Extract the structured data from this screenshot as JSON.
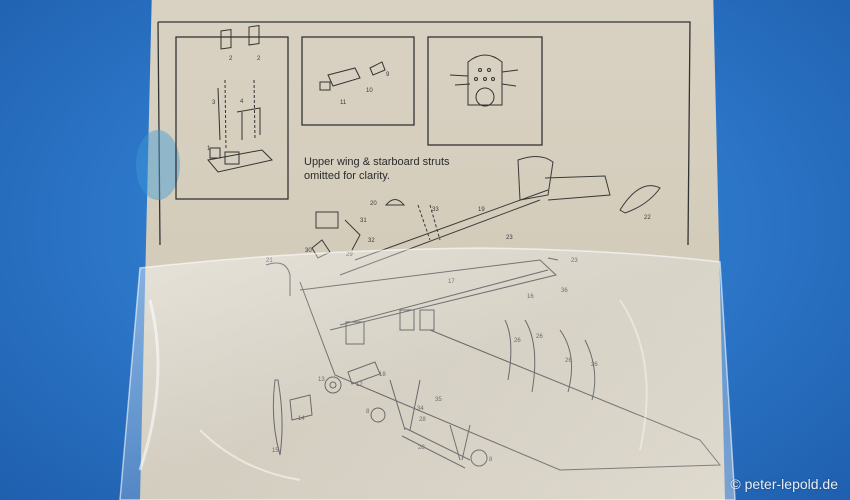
{
  "instructions": {
    "caption_line1": "Upper wing & starboard struts",
    "caption_line2": "omitted for clarity."
  },
  "watermark": "© peter-lepold.de",
  "part_numbers": [
    "2",
    "2",
    "3",
    "4",
    "1",
    "9",
    "10",
    "11",
    "22",
    "20",
    "33",
    "19",
    "23",
    "23",
    "31",
    "32",
    "30",
    "29",
    "21",
    "17",
    "36",
    "16",
    "26",
    "26",
    "26",
    "26",
    "18",
    "13",
    "12",
    "35",
    "34",
    "14",
    "8",
    "28",
    "28",
    "8",
    "15"
  ]
}
